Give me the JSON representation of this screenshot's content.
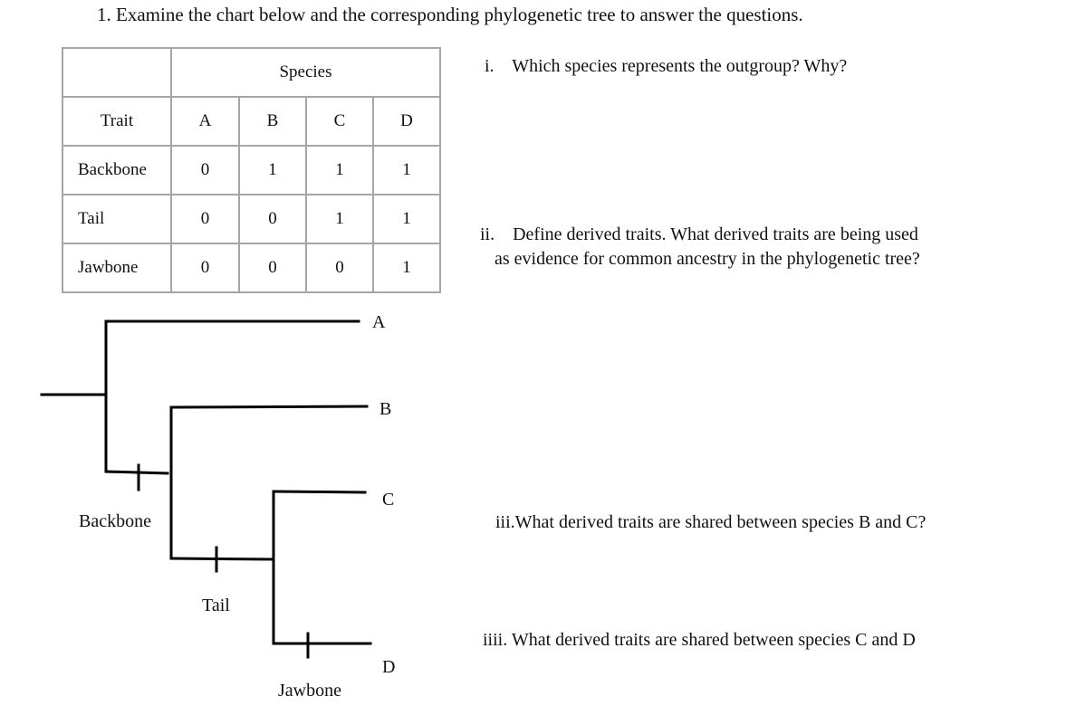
{
  "heading": "1.  Examine the chart below and the corresponding phylogenetic tree to answer the questions.",
  "table": {
    "species_header": "Species",
    "trait_header": "Trait",
    "species": [
      "A",
      "B",
      "C",
      "D"
    ],
    "rows": [
      {
        "trait": "Backbone",
        "values": [
          "0",
          "1",
          "1",
          "1"
        ]
      },
      {
        "trait": "Tail",
        "values": [
          "0",
          "0",
          "1",
          "1"
        ]
      },
      {
        "trait": "Jawbone",
        "values": [
          "0",
          "0",
          "0",
          "1"
        ]
      }
    ]
  },
  "tree": {
    "tips": [
      "A",
      "B",
      "C",
      "D"
    ],
    "trait_marks": [
      "Backbone",
      "Tail",
      "Jawbone"
    ]
  },
  "questions": {
    "q1": "i.    Which species represents the outgroup? Why?",
    "q2_line1": "ii.    Define derived traits. What derived traits are being used",
    "q2_line2": "as evidence for common ancestry in the phylogenetic tree?",
    "q3": "iii.What derived traits are shared between species B and C?",
    "q4": "iiii. What derived traits are shared between species C and D"
  }
}
